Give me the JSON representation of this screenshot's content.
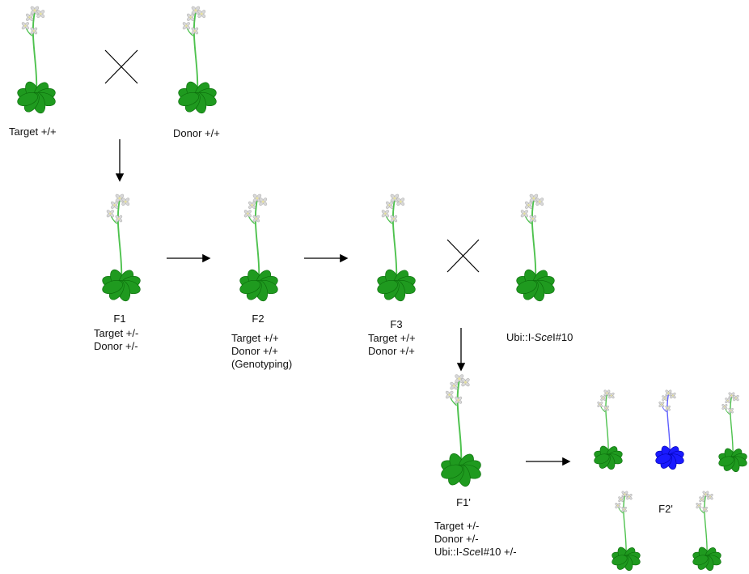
{
  "labels": {
    "target_pp": "Target +/+",
    "donor_pp": "Donor +/+",
    "f1": {
      "title": "F1",
      "line1": "Target +/-",
      "line2": "Donor +/-"
    },
    "f2": {
      "title": "F2",
      "line1": "Target +/+",
      "line2": "Donor +/+",
      "line3": "(Genotyping)"
    },
    "f3": {
      "title": "F3",
      "line1": "Target +/+",
      "line2": "Donor +/+"
    },
    "ubi": {
      "prefix": "Ubi::I-",
      "italic": "Sce",
      "suffix": "I#10"
    },
    "f1p": {
      "title": "F1'",
      "line1": "Target +/-",
      "line2": "Donor +/-",
      "line3_prefix": "Ubi::I-",
      "line3_italic": "Sce",
      "line3_suffix": "I#10 +/-"
    },
    "f2p": "F2'"
  },
  "colors": {
    "leaf": "#1f9a1f",
    "leaf_dark": "#0b6b0b",
    "stem": "#4ec24e",
    "flower": "#d8d8d8",
    "highlight_leaf": "#1a1aff",
    "highlight_stem": "#5f5fff",
    "arrow": "#000000"
  }
}
